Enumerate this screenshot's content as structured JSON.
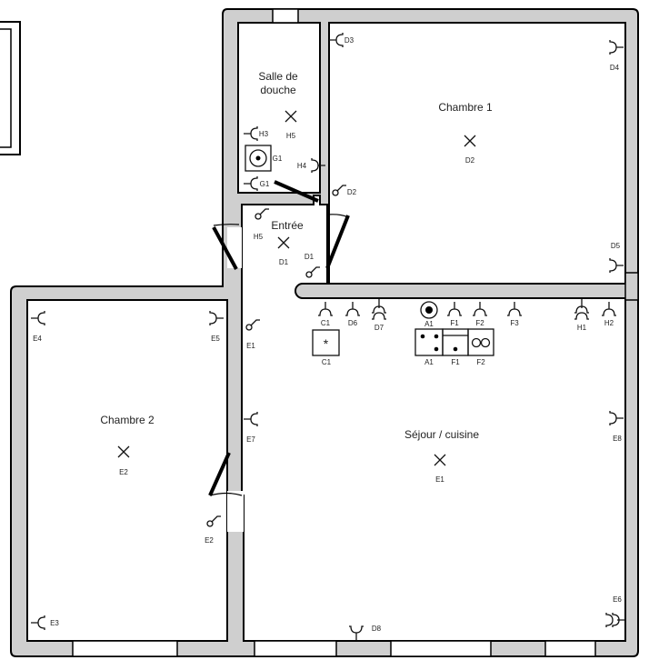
{
  "rooms": {
    "salle_de_douche": [
      "Salle de",
      "douche"
    ],
    "chambre_1": "Chambre 1",
    "entree": "Entrée",
    "chambre_2": "Chambre 2",
    "sejour": "Séjour / cuisine"
  },
  "labels": {
    "d3": "D3",
    "d4": "D4",
    "d2_light": "D2",
    "d5": "D5",
    "d2_switch": "D2",
    "h5_light": "H5",
    "h3": "H3",
    "g1_heater": "G1",
    "g1_socket": "G1",
    "h4": "H4",
    "h5_switch": "H5",
    "d1_light": "D1",
    "d1_switch": "D1",
    "e4": "E4",
    "e5": "E5",
    "e1_switch": "E1",
    "c1_socket": "C1",
    "d6": "D6",
    "d7": "D7",
    "a1_socket": "A1",
    "f1_socket": "F1",
    "f2_socket": "F2",
    "f3": "F3",
    "h1": "H1",
    "h2": "H2",
    "c1_box": "C1",
    "c1_box_symbol": "*",
    "a1_box": "A1",
    "f1_box": "F1",
    "f2_box": "F2",
    "e7": "E7",
    "e8": "E8",
    "e2_light": "E2",
    "e1_light": "E1",
    "e2_switch": "E2",
    "e3": "E3",
    "e6": "E6",
    "d8": "D8"
  },
  "colors": {
    "wall": "#cfcfcf",
    "line": "#111111"
  }
}
